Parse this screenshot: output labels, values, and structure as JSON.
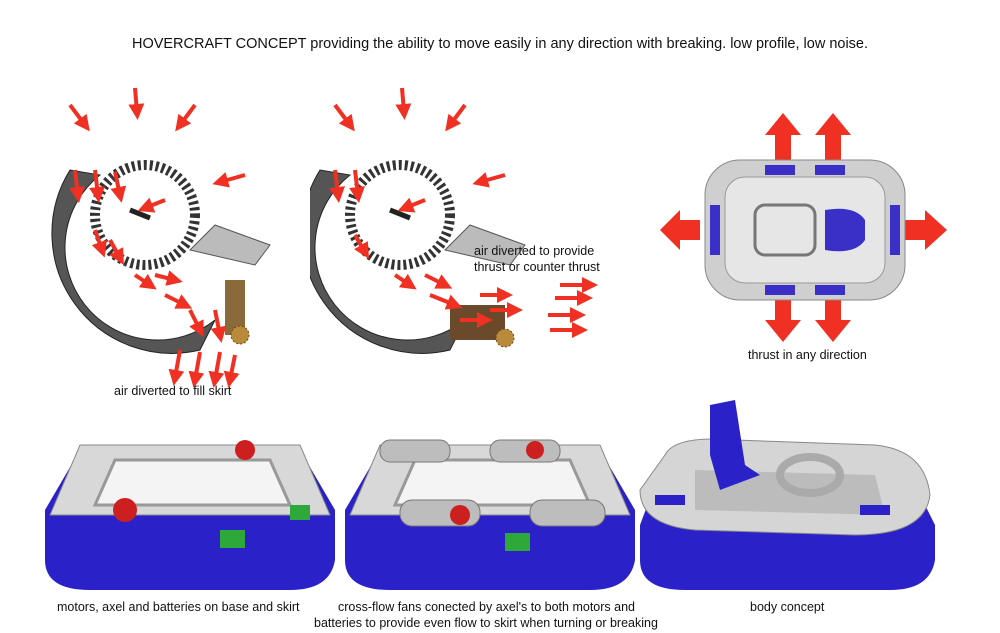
{
  "title": "HOVERCRAFT CONCEPT providing the ability to move easily in any direction with breaking. low profile, low noise.",
  "captions": {
    "fan_skirt": "air diverted to fill skirt",
    "fan_thrust_line1": "air diverted to provide",
    "fan_thrust_line2": "thrust or counter thrust",
    "top_view": "thrust in any direction",
    "base": "motors, axel and batteries on base and skirt",
    "fans_line1": "cross-flow fans conected by axel's to both motors and",
    "fans_line2": "batteries to provide even flow to skirt when turning or breaking",
    "body": "body concept"
  },
  "colors": {
    "arrow": "#f03022",
    "skirt": "#2a22c8",
    "deck": "#d8d8d8",
    "motor": "#cc2020",
    "battery": "#2fa83a"
  }
}
